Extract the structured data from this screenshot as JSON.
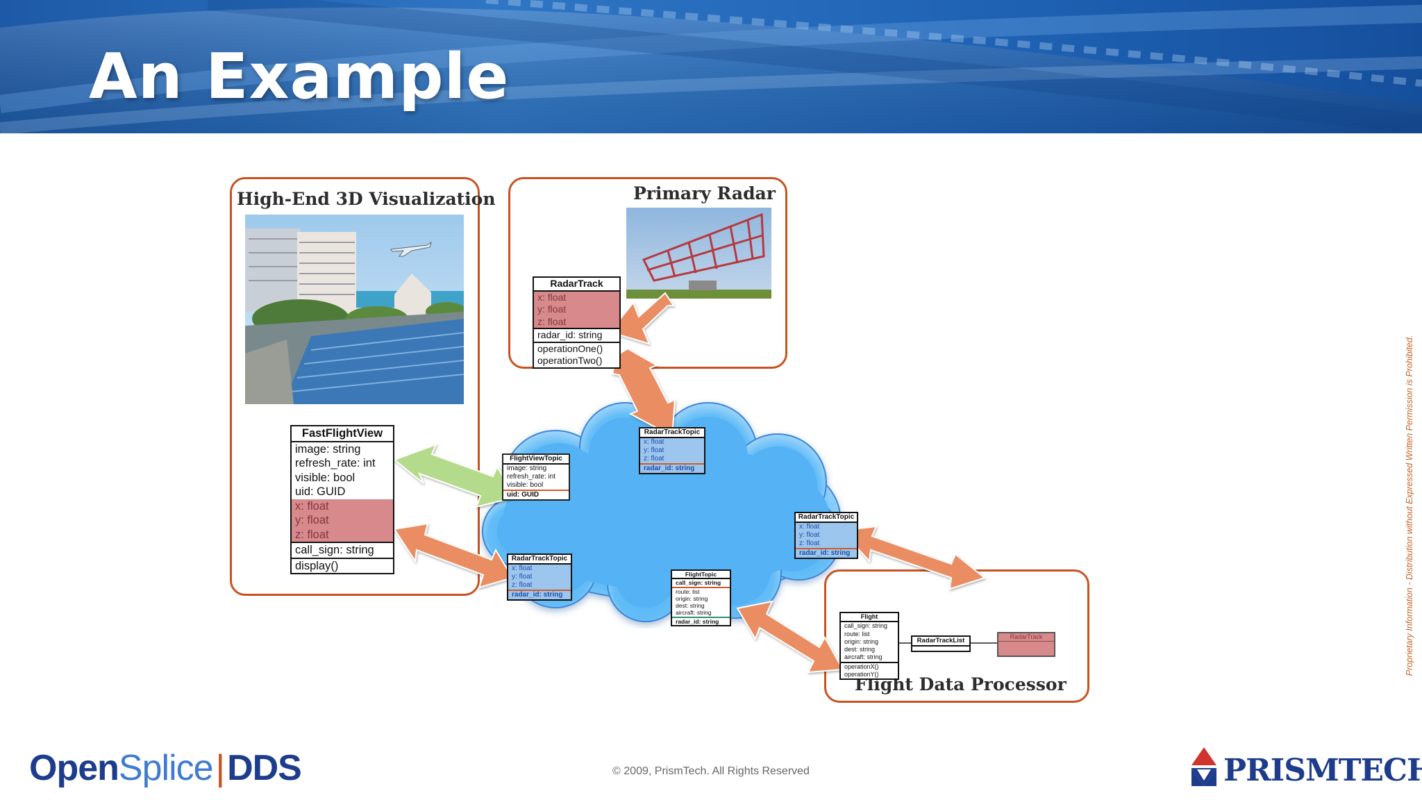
{
  "slide": {
    "title": "An Example",
    "copyright": "© 2009, PrismTech. All Rights Reserved",
    "side_note": "Proprietary Information - Distribution without Expressed Written Permission is Prohibited."
  },
  "panels": {
    "visualization": "High-End 3D Visualization",
    "radar": "Primary Radar",
    "processor": "Flight Data Processor"
  },
  "classes": {
    "fast_flight_view": {
      "name": "FastFlightView",
      "plain": [
        "image: string",
        "refresh_rate: int",
        "visible: bool",
        "uid: GUID"
      ],
      "xyz": [
        "x: float",
        "y: float",
        "z: float"
      ],
      "tail": [
        "call_sign: string",
        "display()"
      ]
    },
    "radar_track": {
      "name": "RadarTrack",
      "xyz": [
        "x: float",
        "y: float",
        "z: float"
      ],
      "tail": [
        "radar_id: string",
        "operationOne()",
        "operationTwo()"
      ]
    },
    "flight_view_topic": {
      "name": "FlightViewTopic",
      "rows": [
        "image: string",
        "refresh_rate: int",
        "visible: bool"
      ],
      "key": "uid: GUID"
    },
    "radar_track_topic_top": {
      "name": "RadarTrackTopic",
      "xyz": [
        "x: float",
        "y: float",
        "z: float"
      ],
      "key": "radar_id: string"
    },
    "radar_track_topic_left": {
      "name": "RadarTrackTopic",
      "xyz": [
        "x: float",
        "y: float",
        "z: float"
      ],
      "key": "radar_id: string"
    },
    "radar_track_topic_right": {
      "name": "RadarTrackTopic",
      "xyz": [
        "x: float",
        "y: float",
        "z: float"
      ],
      "key": "radar_id: string"
    },
    "flight_topic": {
      "name": "FlightTopic",
      "key": "call_sign: string",
      "rows": [
        "route: list",
        "origin: string",
        "dest: string",
        "aircraft: string"
      ],
      "key2": "radar_id: string"
    },
    "flight": {
      "name": "Flight",
      "rows": [
        "call_sign: string",
        "route: list",
        "origin: string",
        "dest: string",
        "aircraft: string"
      ],
      "ops": [
        "operationX()",
        "operationY()"
      ]
    },
    "radar_track_list": {
      "name": "RadarTrackList"
    },
    "radar_track_small": {
      "name": "RadarTrack"
    }
  },
  "logos": {
    "opensplice_a": "OpenSplice",
    "opensplice_sep": "|",
    "opensplice_b": "DDS",
    "prismtech": "PRISMTECH"
  },
  "colors": {
    "panel_border": "#c8521f",
    "banner": "#1f62b4",
    "orange_arrow": "#e98a5e",
    "green_arrow": "#a7d37a",
    "cloud": "#4aa6ee",
    "red_field": "#d8898b",
    "blue_field": "#9cc6ee"
  }
}
